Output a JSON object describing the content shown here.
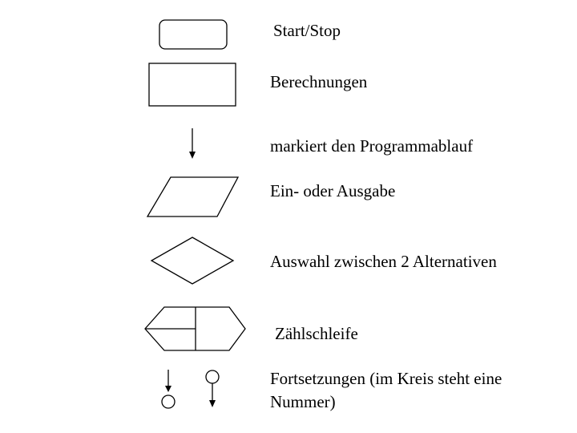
{
  "legend": [
    {
      "id": "start-stop",
      "label": "Start/Stop",
      "icon": "rounded-rectangle-icon"
    },
    {
      "id": "calc",
      "label": "Berechnungen",
      "icon": "rectangle-icon"
    },
    {
      "id": "flow",
      "label": "markiert den Programmablauf",
      "icon": "arrow-down-icon"
    },
    {
      "id": "io",
      "label": "Ein- oder Ausgabe",
      "icon": "parallelogram-icon"
    },
    {
      "id": "decision",
      "label": "Auswahl zwischen 2 Alternativen",
      "icon": "diamond-icon"
    },
    {
      "id": "loop",
      "label": "Zählschleife",
      "icon": "hexagon-icon"
    },
    {
      "id": "connector",
      "label": "Fortsetzungen  (im Kreis steht eine Nummer)",
      "icon": "connector-circle-icon"
    }
  ]
}
